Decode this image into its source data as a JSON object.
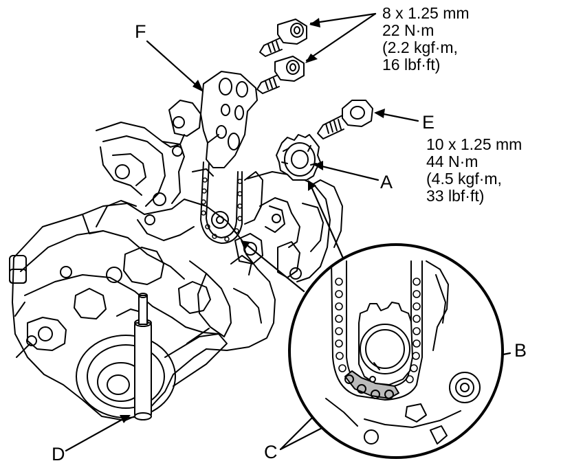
{
  "labels": {
    "A": "A",
    "B": "B",
    "C": "C",
    "D": "D",
    "E": "E",
    "F": "F"
  },
  "spec_f": [
    "8 x 1.25 mm",
    "22 N·m",
    "(2.2 kgf·m,",
    "16 lbf·ft)"
  ],
  "spec_e": [
    "10 x 1.25 mm",
    "44 N·m",
    "(4.5 kgf·m,",
    "33 lbf·ft)"
  ],
  "colors": {
    "line": "#000000",
    "background": "#ffffff"
  }
}
